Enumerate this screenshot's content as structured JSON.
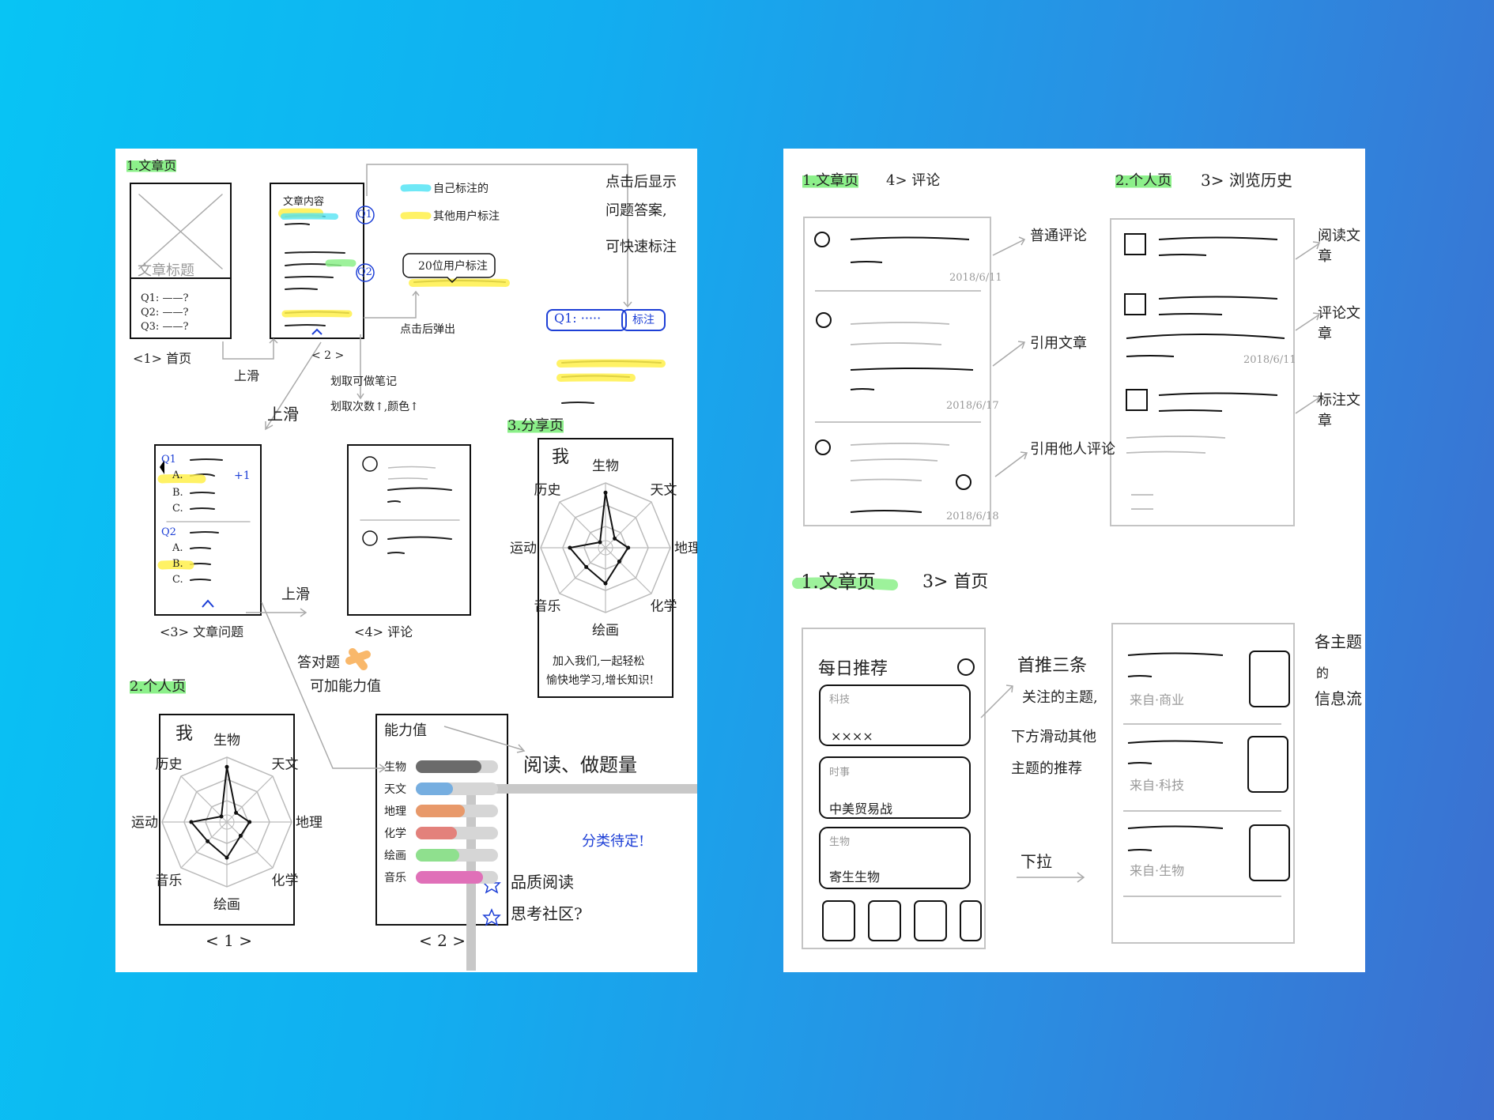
{
  "left": {
    "s1_title": "1.文章页",
    "home_title": "文章标题",
    "home_q1": "Q1: ——?",
    "home_q2": "Q2: ——?",
    "home_q3": "Q3: ——?",
    "home_caption": "<1> 首页",
    "screen2_caption": "< 2 >",
    "swipe_up_1": "上滑",
    "content_label": "文章内容",
    "q1_badge": "Q1",
    "q2_badge": "Q2",
    "legend_self": "自己标注的",
    "legend_others": "其他用户标注",
    "bubble_text": "20位用户标注",
    "popup_caption": "点击后弹出",
    "underline_note_1": "划取可做笔记",
    "underline_note_2": "划取次数↑,颜色↑",
    "swipe_up_2": "上滑",
    "after_click_1": "点击后显示",
    "after_click_2": "问题答案,",
    "after_click_3": "可快速标注",
    "qtag_text": "Q1: ·····",
    "qtag_action": "标注",
    "s3_title": "3.分享页",
    "share_me": "我",
    "radar_labels": [
      "生物",
      "天文",
      "地理",
      "化学",
      "绘画",
      "音乐",
      "运动",
      "历史"
    ],
    "share_slogan_1": "加入我们,一起轻松",
    "share_slogan_2": "愉快地学习,增长知识!",
    "quiz_q1": "Q1",
    "quiz_a": "A.",
    "quiz_b": "B.",
    "quiz_c": "C.",
    "quiz_plus": "+1",
    "quiz_q2": "Q2",
    "quiz_caption": "<3> 文章问题",
    "swipe_up_3": "上滑",
    "comment_caption": "<4> 评论",
    "answer_note_1": "答对题",
    "answer_note_2": "可加能力值",
    "s2_title": "2.个人页",
    "personal_me": "我",
    "personal_radar_labels": [
      "生物",
      "天文",
      "地理",
      "化学",
      "绘画",
      "音乐",
      "运动",
      "历史"
    ],
    "personal_caption_1": "< 1 >",
    "ability_title": "能力值",
    "ability_caption": "< 2 >",
    "reading_note": "阅读、做题量",
    "todo_title": "分类待定!",
    "todo_item_1": "品质阅读",
    "todo_item_2": "思考社区?",
    "abilities": [
      {
        "label": "生物",
        "value": 0.8,
        "color": "#6b6b6b"
      },
      {
        "label": "天文",
        "value": 0.45,
        "color": "#76aee0"
      },
      {
        "label": "地理",
        "value": 0.6,
        "color": "#e8996a"
      },
      {
        "label": "化学",
        "value": 0.5,
        "color": "#e3817b"
      },
      {
        "label": "绘画",
        "value": 0.53,
        "color": "#8fe08e"
      },
      {
        "label": "音乐",
        "value": 0.82,
        "color": "#e070b8"
      }
    ]
  },
  "right": {
    "header_a": "1.文章页",
    "header_a_sub": "4> 评论",
    "header_b": "2.个人页",
    "header_b_sub": "3> 浏览历史",
    "date_1": "2018/6/11",
    "date_2": "2018/6/17",
    "date_3": "2018/6/18",
    "note_normal": "普通评论",
    "note_quote_article": "引用文章",
    "note_quote_comment": "引用他人评论",
    "history_date": "2018/6/11",
    "note_read": "阅读文章",
    "note_comment": "评论文章",
    "note_annotate": "标注文章",
    "home_header": "1.文章页",
    "home_header_sub": "3> 首页",
    "daily_rec": "每日推荐",
    "card1_tag": "科技",
    "card1_text": "××××",
    "card2_tag": "时事",
    "card2_text": "中美贸易战",
    "card3_tag": "生物",
    "card3_text": "寄生生物",
    "home_note_1": "首推三条",
    "home_note_2": "关注的主题,",
    "home_note_3": "下方滑动其他",
    "home_note_4": "主题的推荐",
    "pull_down": "下拉",
    "feed_tag_1": "来自·商业",
    "feed_tag_2": "来自·科技",
    "feed_tag_3": "来自·生物",
    "feed_note_1": "各主题",
    "feed_note_2": "的",
    "feed_note_3": "信息流"
  },
  "colors": {
    "highlight_green": "#8cf08a",
    "highlight_yellow": "#fff04a",
    "highlight_cyan": "#56e4f4",
    "annotation_blue": "#1d3fd6",
    "background_start": "#08c4f4",
    "background_end": "#3c6fd0"
  }
}
